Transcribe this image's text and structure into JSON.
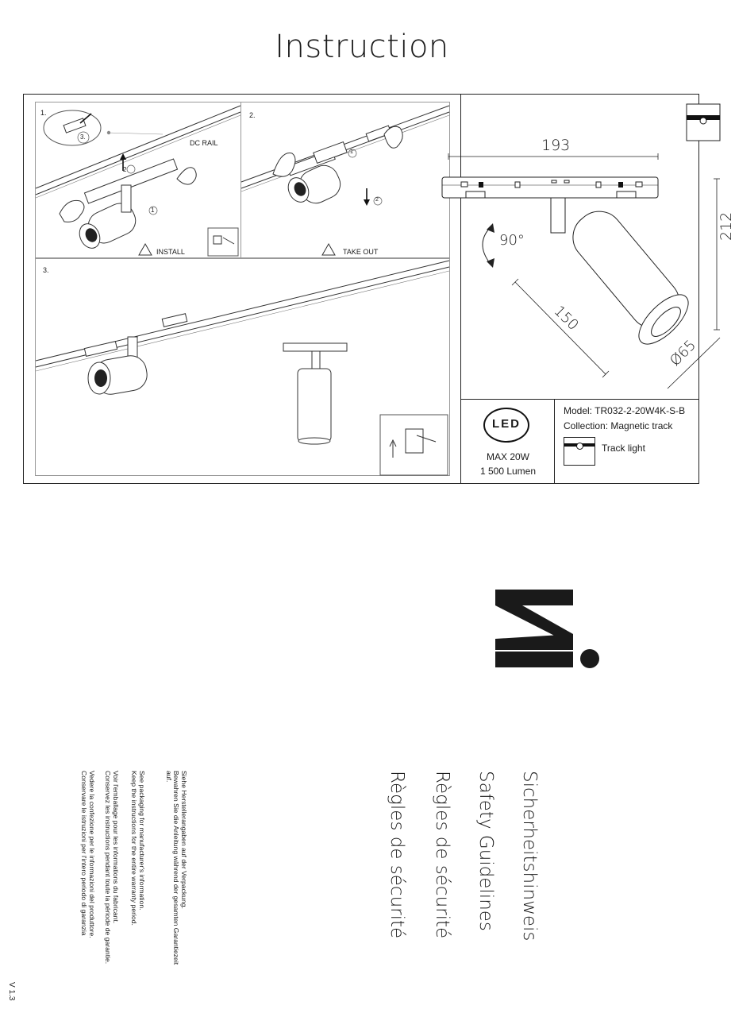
{
  "title": "Instruction",
  "steps": {
    "step1": {
      "number": "1.",
      "rail_label": "DC RAIL",
      "action": "INSTALL",
      "markers": [
        "1",
        "2",
        "3."
      ]
    },
    "step2": {
      "number": "2.",
      "action": "TAKE OUT",
      "markers": [
        "1",
        "2"
      ]
    },
    "step3": {
      "number": "3."
    }
  },
  "dimensions": {
    "length": "193",
    "height": "212",
    "arm": "150",
    "diameter": "Ø65",
    "rotation": "90°"
  },
  "spec": {
    "led_badge": "LED",
    "power": "MAX 20W",
    "lumen": "1 500 Lumen",
    "model": "Model: TR032-2-20W4K-S-B",
    "collection": "Collection: Magnetic track",
    "type": "Track light"
  },
  "safety": {
    "headings": [
      "Sicherheitshinweis",
      "Safety Guidelines",
      "Règles de sécurité",
      "Règles de sécurité"
    ],
    "notes": [
      [
        "Siehe Herstellerangaben auf der Verpackung.",
        "Bewahren Sie die Anleitung während der gesamten Garantiezeit",
        "auf."
      ],
      [
        "See packaging for manufacturer's information.",
        "Keep the instructions for the entire warranty period."
      ],
      [
        "Voir l'emballage pour les informations du fabricant.",
        "Conservez les instructions pendant toute la période de garantie."
      ],
      [
        "Vedere la confezione per le informazioni del produttore.",
        "Conservare le istruzioni per l'intero periodo di garanzia"
      ]
    ]
  },
  "version": "V 1.3"
}
